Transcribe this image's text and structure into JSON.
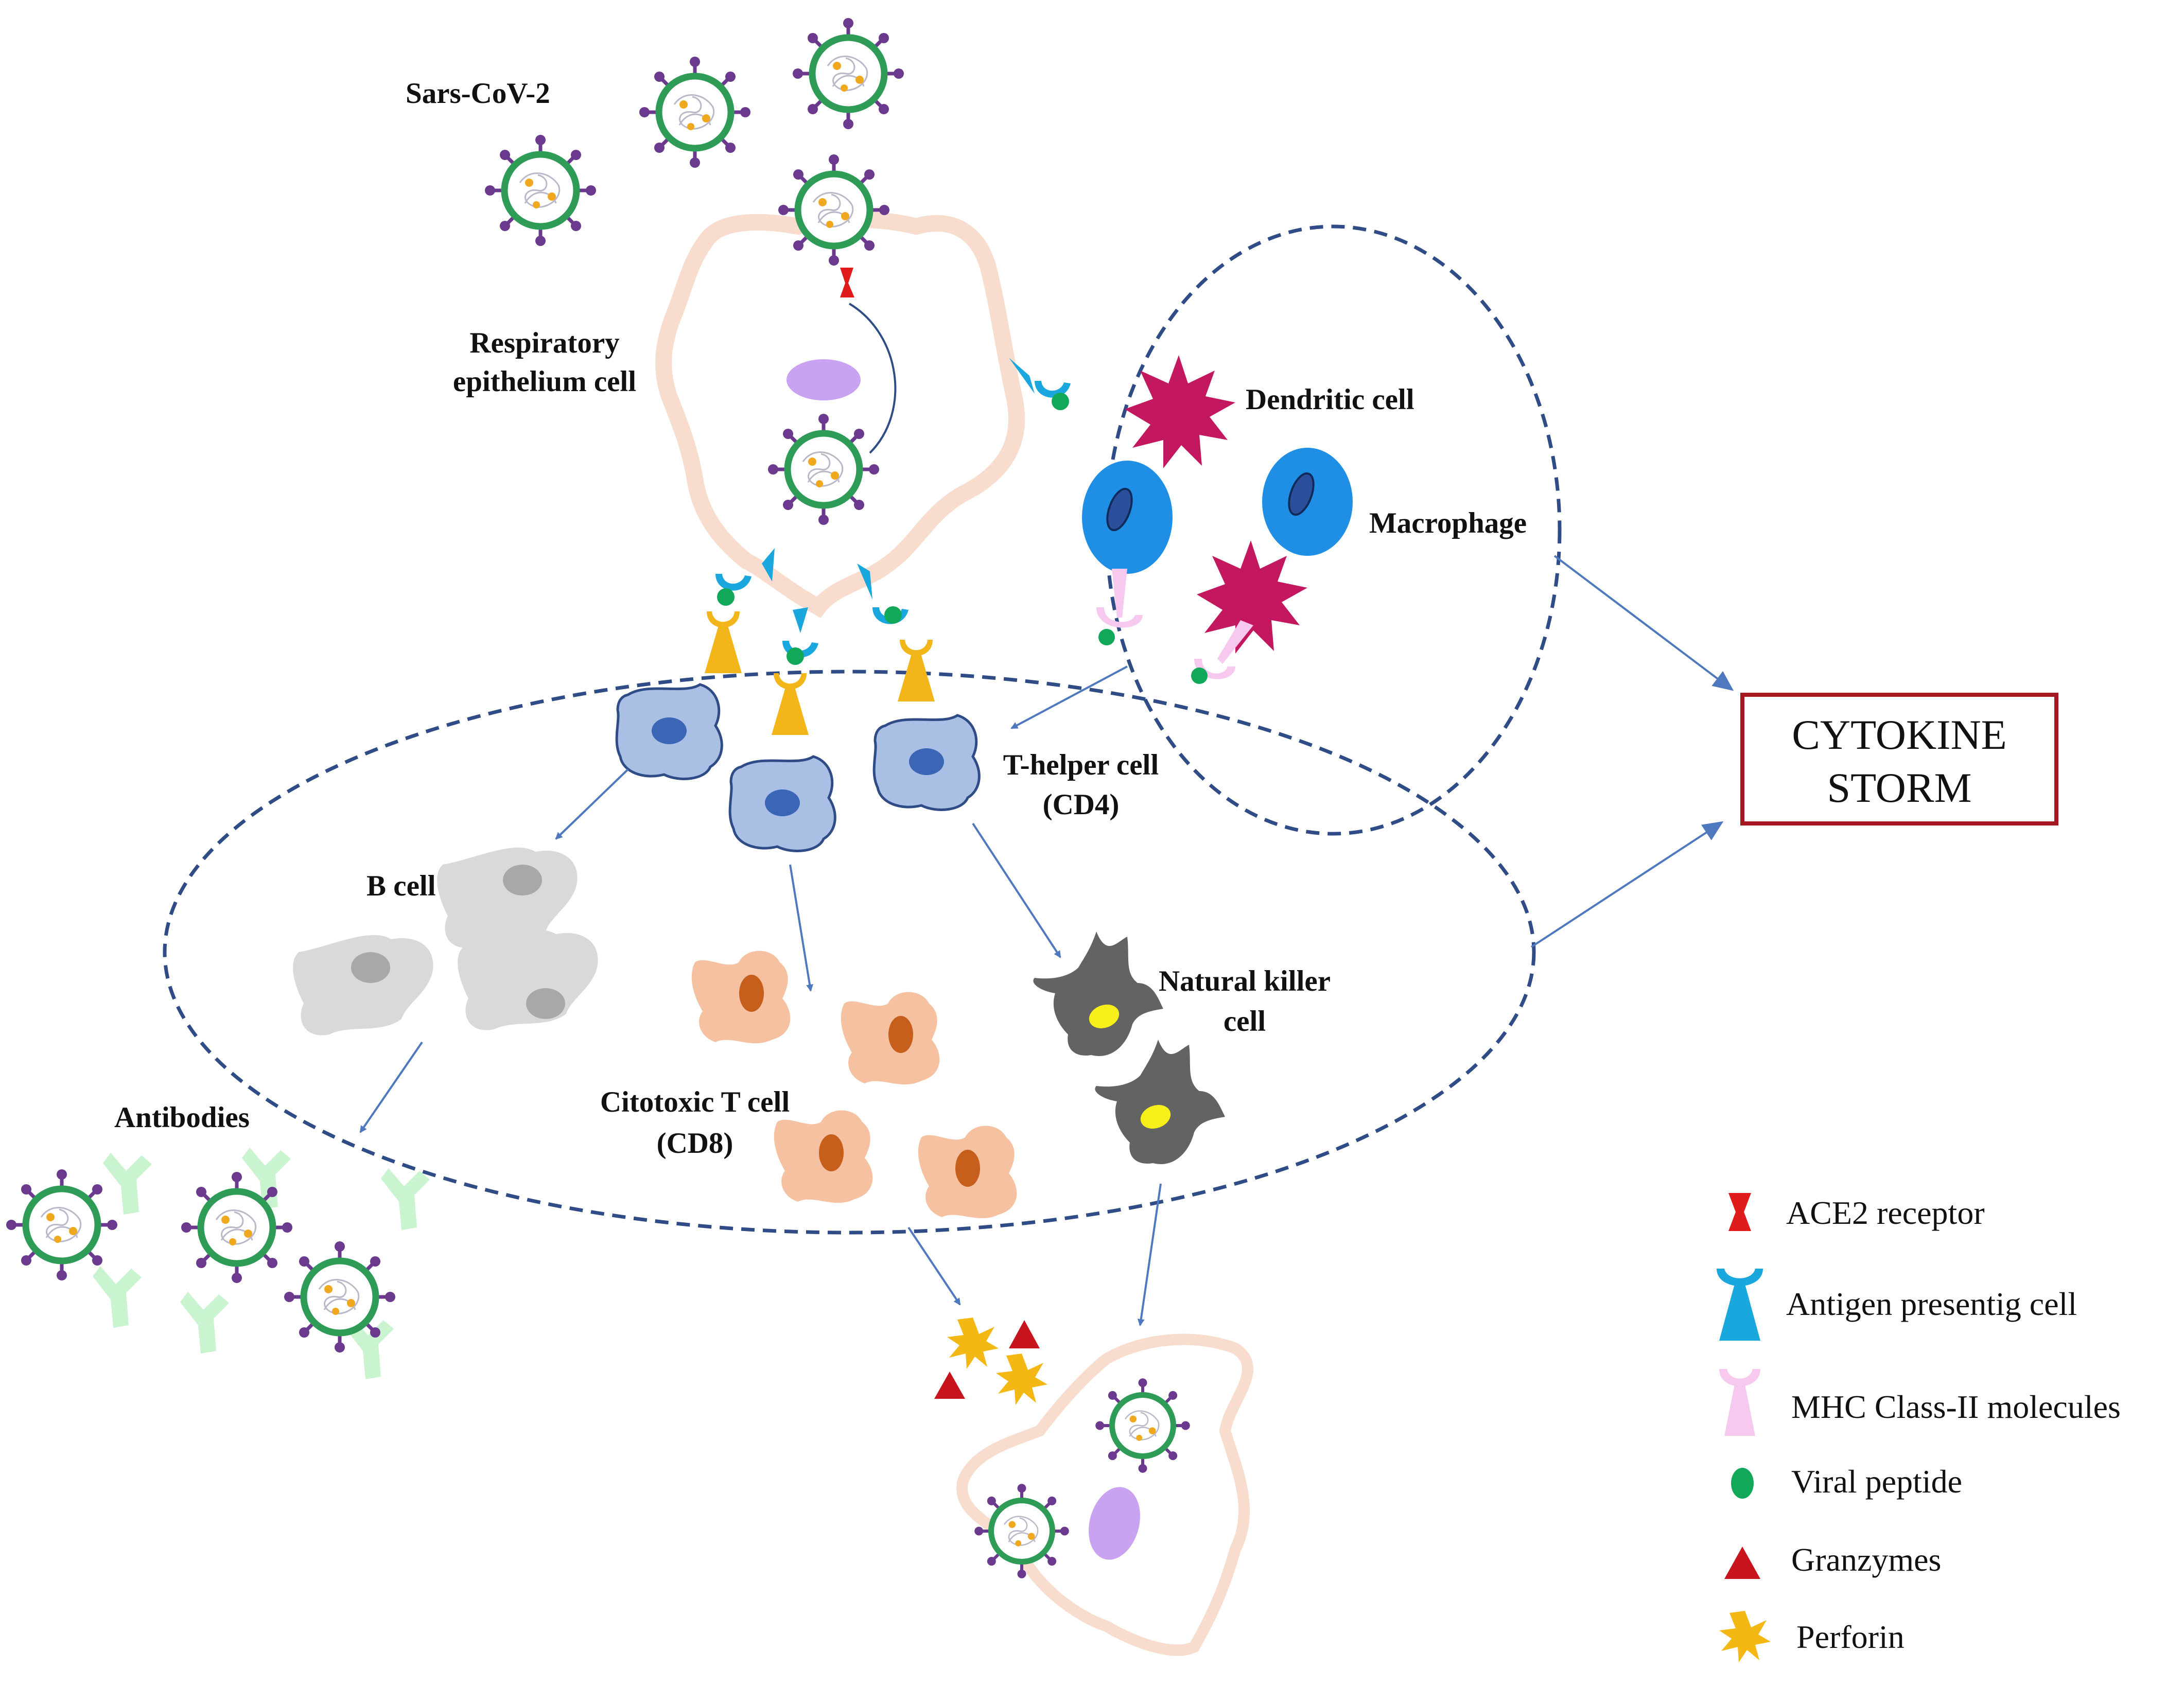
{
  "colors": {
    "virus_capsid": "#2e9b56",
    "virus_spike": "#6b3a8f",
    "virus_core": "#f0a81f",
    "ace2": "#e01b1b",
    "antigen_presenting": "#19a7dd",
    "mhc_class_ii": "#f7c9ee",
    "viral_peptide": "#12a85a",
    "granzyme": "#c8141c",
    "perforin": "#f3b814",
    "t_helper_cell": "#a9bfe4",
    "t_helper_nucleus": "#3a66b5",
    "b_cell": "#d9d9d9",
    "cytotoxic_t_cell": "#f6c1a0",
    "cytotoxic_nucleus": "#c65e1c",
    "nk_cell": "#636363",
    "nk_nucleus": "#f6ef1a",
    "dendritic_cell": "#c3185f",
    "macrophage": "#1f8fe6",
    "macrophage_nucleus": "#2b4f9b",
    "epithelium_outline": "#f8dccd",
    "epithelium_nucleus": "#c9a2f2",
    "antibody": "#c9f4cf",
    "receptor_yellow": "#f2b51a",
    "dashed_border": "#2f4c86",
    "arrow": "#4f79bf",
    "storm_border": "#a3191f"
  },
  "labels": {
    "virus": "Sars-CoV-2",
    "epithelium_line1": "Respiratory",
    "epithelium_line2": "epithelium cell",
    "dendritic": "Dendritic cell",
    "macrophage": "Macrophage",
    "t_helper_line1": "T-helper cell",
    "t_helper_line2": "(CD4)",
    "b_cell": "B cell",
    "antibodies": "Antibodies",
    "cytotoxic_line1": "Citotoxic T  cell",
    "cytotoxic_line2": "(CD8)",
    "nk_line1": "Natural killer",
    "nk_line2": "cell"
  },
  "cytokine_storm": {
    "line1": "CYTOKINE",
    "line2": "STORM"
  },
  "legend": [
    {
      "icon": "ace2-receptor-icon",
      "label": "ACE2 receptor"
    },
    {
      "icon": "antigen-presenting-cell-icon",
      "label": "Antigen presentig cell"
    },
    {
      "icon": "mhc-class-ii-icon",
      "label": "MHC Class-II molecules"
    },
    {
      "icon": "viral-peptide-icon",
      "label": "Viral peptide"
    },
    {
      "icon": "granzymes-icon",
      "label": "Granzymes"
    },
    {
      "icon": "perforin-icon",
      "label": "Perforin"
    }
  ]
}
